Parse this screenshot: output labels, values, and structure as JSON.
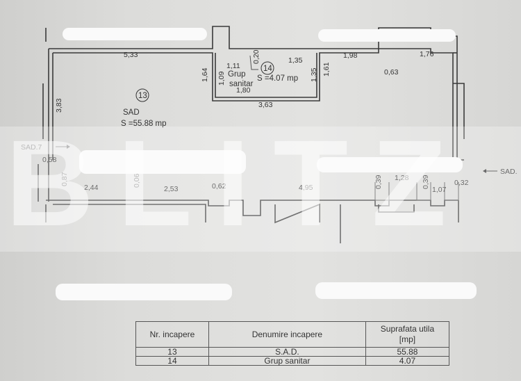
{
  "plan": {
    "rooms": [
      {
        "number": "13",
        "name": "SAD",
        "area": "S =55.88 mp"
      },
      {
        "number": "14",
        "name_line1": "Grup",
        "name_line2": "sanitar",
        "area": "S =4.07 mp"
      }
    ],
    "dimensions": {
      "d533": "5,33",
      "d164": "1,64",
      "d111": "1,11",
      "d020": "0,20",
      "d109": "1,09",
      "d135a": "1,35",
      "d135b": "1,35",
      "d180": "1,80",
      "d363": "3,63",
      "d161": "1,61",
      "d198": "1,98",
      "d176": "1,76",
      "d063": "0,63",
      "d383": "3,83",
      "d058": "0,58",
      "d087": "0,87",
      "d244": "2,44",
      "d006": "0,06",
      "d253": "2,53",
      "d062": "0,62",
      "d495": "4,95",
      "d039a": "0,39",
      "d128": "1,28",
      "d039b": "0,39",
      "d107": "1,07",
      "d032": "0,32"
    },
    "entrance_left": "SAD.7",
    "entrance_right": "SAD.",
    "watermark": "BLITZ"
  },
  "table": {
    "headers": [
      "Nr. incapere",
      "Denumire incapere",
      "Suprafata utila\n[mp]"
    ],
    "header_col3_line1": "Suprafata utila",
    "header_col3_line2": "[mp]",
    "rows": [
      {
        "nr": "13",
        "name": "S.A.D.",
        "area": "55.88"
      },
      {
        "nr": "14",
        "name": "Grup sanitar",
        "area": "4.07"
      }
    ]
  }
}
